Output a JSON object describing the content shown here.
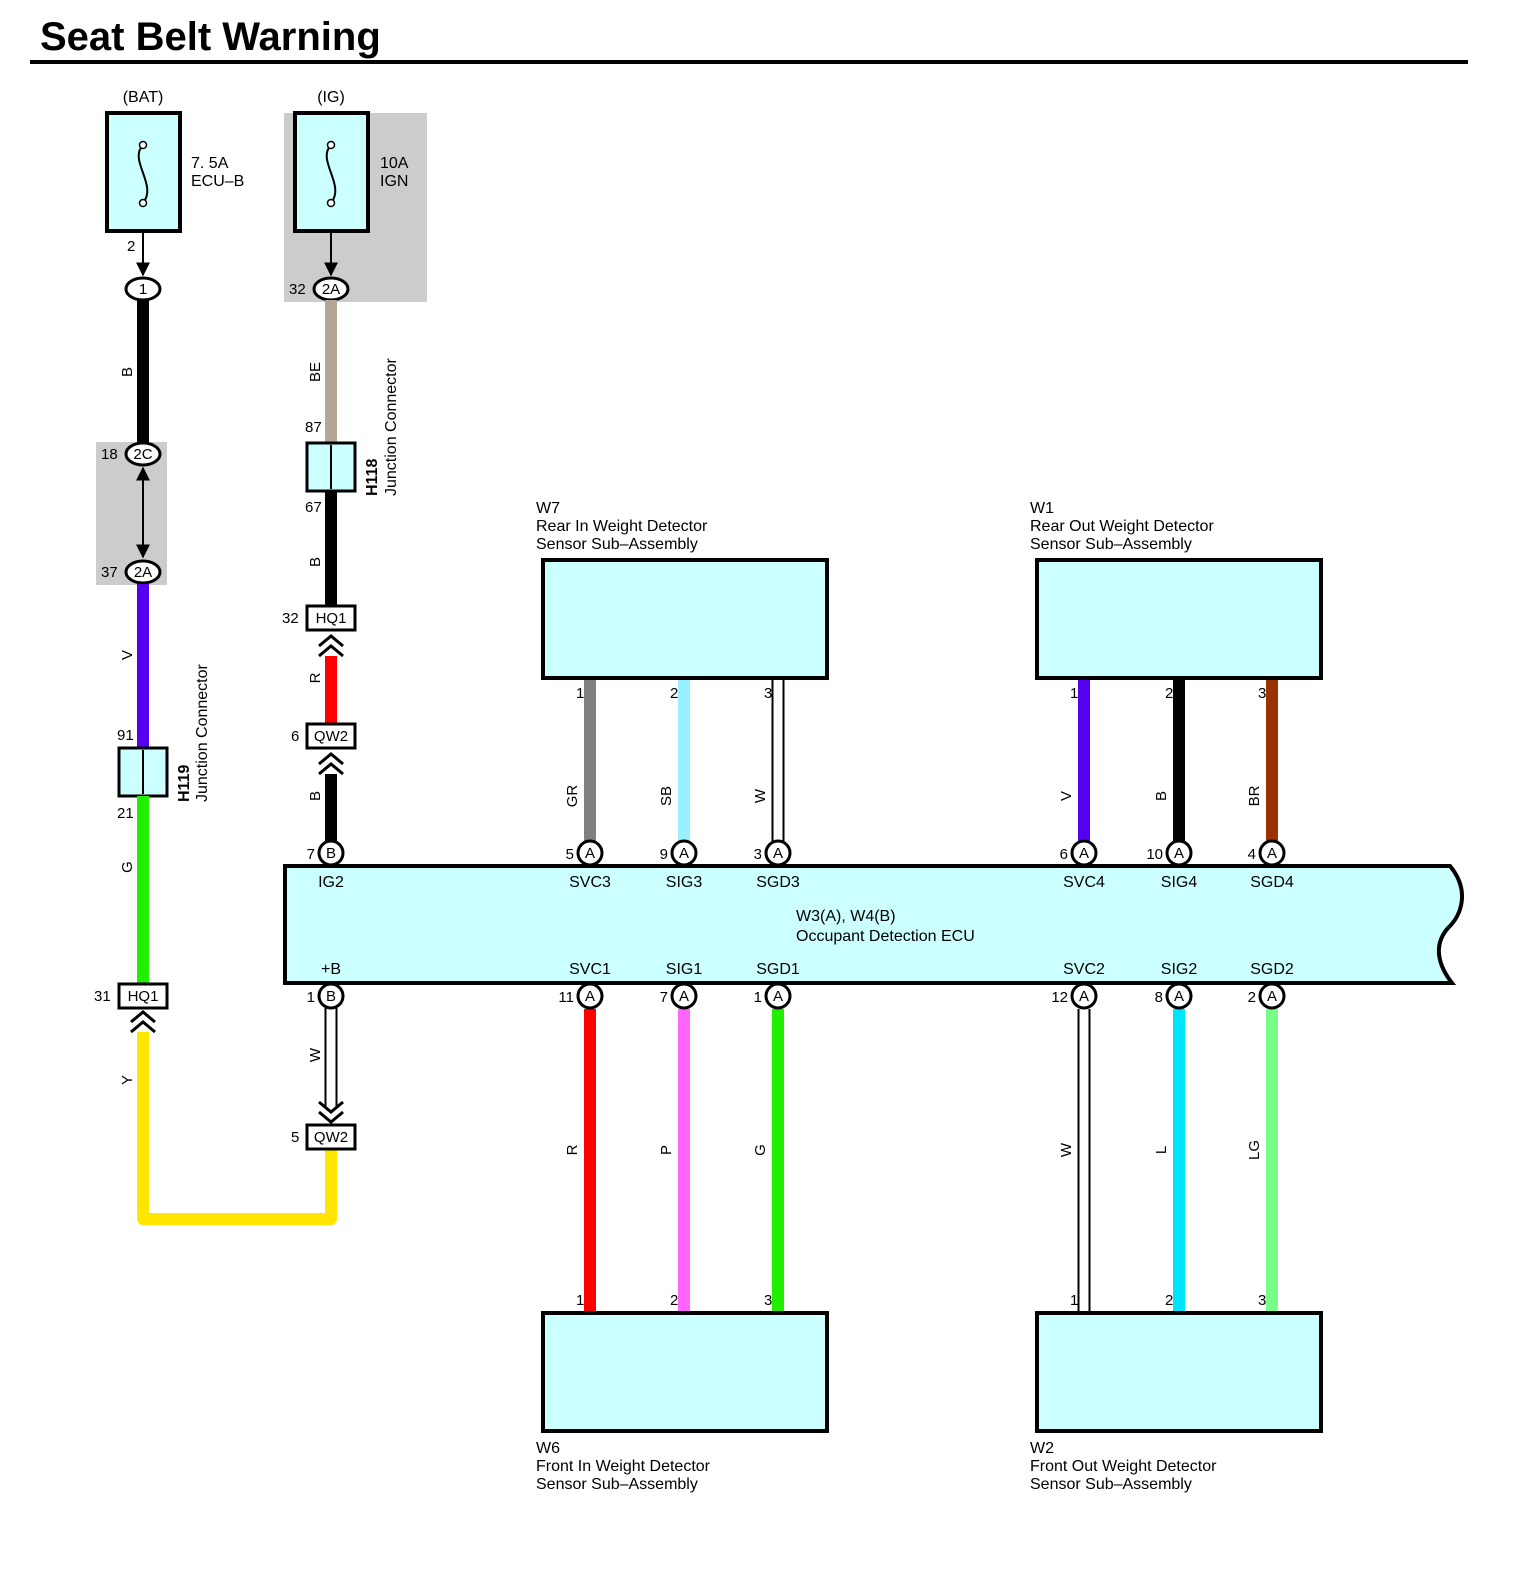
{
  "title": "Seat Belt Warning",
  "colors": {
    "box_fill": "#ccffff",
    "gray_bg": "#cccccc",
    "B": "#000000",
    "BE": "#b5a696",
    "V": "#5500ee",
    "G": "#22ee00",
    "Y": "#ffe600",
    "R": "#ff0000",
    "W": "#ffffff",
    "GR": "#808080",
    "SB": "#99f0ff",
    "BR": "#993300",
    "P": "#ff66ff",
    "L": "#00e5ff",
    "LG": "#77ff88"
  },
  "fuses": [
    {
      "source": "(BAT)",
      "amp": "7. 5A",
      "name": "ECU–B",
      "pin": "2"
    },
    {
      "source": "(IG)",
      "amp": "10A",
      "name": "IGN"
    }
  ],
  "connectors": {
    "bat_1": "1",
    "j2c": {
      "pin": "18",
      "id": "2C"
    },
    "j2a_left": {
      "pin": "37",
      "id": "2A"
    },
    "j2a_ig": {
      "pin": "32",
      "id": "2A"
    },
    "hq1_top": {
      "pin": "32",
      "id": "HQ1"
    },
    "qw2_top": {
      "pin": "6",
      "id": "QW2"
    },
    "hq1_left": {
      "pin": "31",
      "id": "HQ1"
    },
    "qw2_bottom": {
      "pin": "5",
      "id": "QW2"
    }
  },
  "junctions": [
    {
      "id": "H119",
      "name": "Junction Connector",
      "pin_top": "91",
      "pin_bottom": "21"
    },
    {
      "id": "H118",
      "name": "Junction Connector",
      "pin_top": "87",
      "pin_bottom": "67"
    }
  ],
  "wire_labels": {
    "bat_b": "B",
    "left_v": "V",
    "left_g": "G",
    "left_y": "Y",
    "ig_be": "BE",
    "ig_b": "B",
    "ig_r": "R",
    "ig_b2": "B",
    "plusb_w": "W"
  },
  "ecu": {
    "id": "W3(A), W4(B)",
    "name": "Occupant Detection ECU",
    "top_pins": [
      {
        "num": "7",
        "conn": "B",
        "name": "IG2"
      },
      {
        "num": "5",
        "conn": "A",
        "name": "SVC3"
      },
      {
        "num": "9",
        "conn": "A",
        "name": "SIG3"
      },
      {
        "num": "3",
        "conn": "A",
        "name": "SGD3"
      },
      {
        "num": "6",
        "conn": "A",
        "name": "SVC4"
      },
      {
        "num": "10",
        "conn": "A",
        "name": "SIG4"
      },
      {
        "num": "4",
        "conn": "A",
        "name": "SGD4"
      }
    ],
    "bottom_pins": [
      {
        "num": "1",
        "conn": "B",
        "name": "+B"
      },
      {
        "num": "11",
        "conn": "A",
        "name": "SVC1"
      },
      {
        "num": "7",
        "conn": "A",
        "name": "SIG1"
      },
      {
        "num": "1",
        "conn": "A",
        "name": "SGD1"
      },
      {
        "num": "12",
        "conn": "A",
        "name": "SVC2"
      },
      {
        "num": "8",
        "conn": "A",
        "name": "SIG2"
      },
      {
        "num": "2",
        "conn": "A",
        "name": "SGD2"
      }
    ]
  },
  "sensors": [
    {
      "id": "W7",
      "line1": "Rear In Weight Detector",
      "line2": "Sensor Sub–Assembly",
      "pins": [
        "1",
        "2",
        "3"
      ],
      "wires": [
        "GR",
        "SB",
        "W"
      ]
    },
    {
      "id": "W1",
      "line1": "Rear Out Weight Detector",
      "line2": "Sensor Sub–Assembly",
      "pins": [
        "1",
        "2",
        "3"
      ],
      "wires": [
        "V",
        "B",
        "BR"
      ]
    },
    {
      "id": "W6",
      "line1": "Front In Weight Detector",
      "line2": "Sensor Sub–Assembly",
      "pins": [
        "1",
        "2",
        "3"
      ],
      "wires": [
        "R",
        "P",
        "G"
      ]
    },
    {
      "id": "W2",
      "line1": "Front Out Weight Detector",
      "line2": "Sensor Sub–Assembly",
      "pins": [
        "1",
        "2",
        "3"
      ],
      "wires": [
        "W",
        "L",
        "LG"
      ]
    }
  ]
}
